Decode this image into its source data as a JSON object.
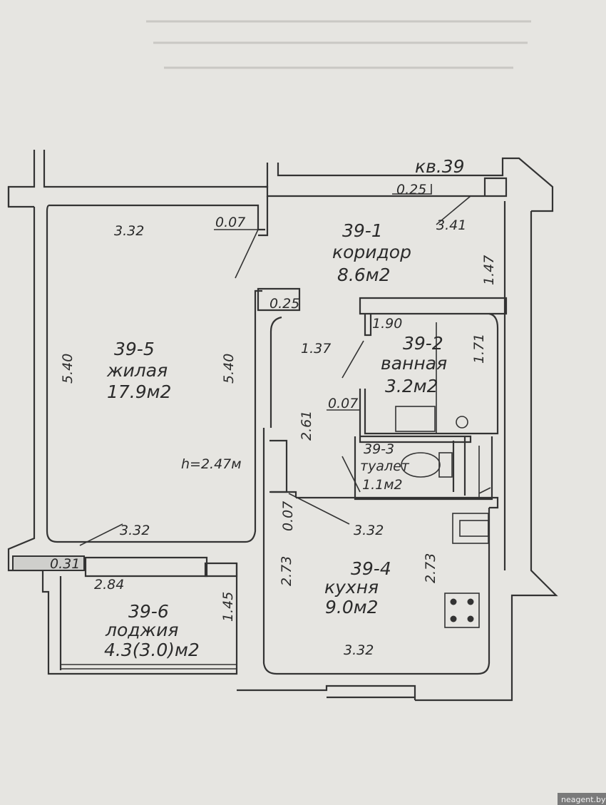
{
  "title": "кв.39",
  "ceiling_height": "h=2.47м",
  "watermark": "neagent.by",
  "rooms": [
    {
      "id": "39-1",
      "name": "коридор",
      "area": "8.6м2"
    },
    {
      "id": "39-2",
      "name": "ванная",
      "area": "3.2м2"
    },
    {
      "id": "39-3",
      "name": "туалет",
      "area": "1.1м2"
    },
    {
      "id": "39-4",
      "name": "кухня",
      "area": "9.0м2"
    },
    {
      "id": "39-5",
      "name": "жилая",
      "area": "17.9м2"
    },
    {
      "id": "39-6",
      "name": "лоджия",
      "area": "4.3(3.0)м2"
    }
  ],
  "dimensions": {
    "living_top": "3.32",
    "living_left": "5.40",
    "living_right": "5.40",
    "living_bottom": "3.32",
    "partition_living": "0.07",
    "wall_top": "0.25",
    "wall_mid": "0.25",
    "corridor_top": "3.41",
    "corridor_right": "1.47",
    "corridor_inner": "1.37",
    "corridor_side": "2.61",
    "bath_top": "1.90",
    "bath_right": "1.71",
    "bath_partition": "0.07",
    "kitchen_partition": "0.07",
    "kitchen_top": "3.32",
    "kitchen_left": "2.73",
    "kitchen_right": "2.73",
    "kitchen_bottom": "3.32",
    "wall_corner": "0.31",
    "loggia_top": "2.84",
    "loggia_right": "1.45"
  }
}
